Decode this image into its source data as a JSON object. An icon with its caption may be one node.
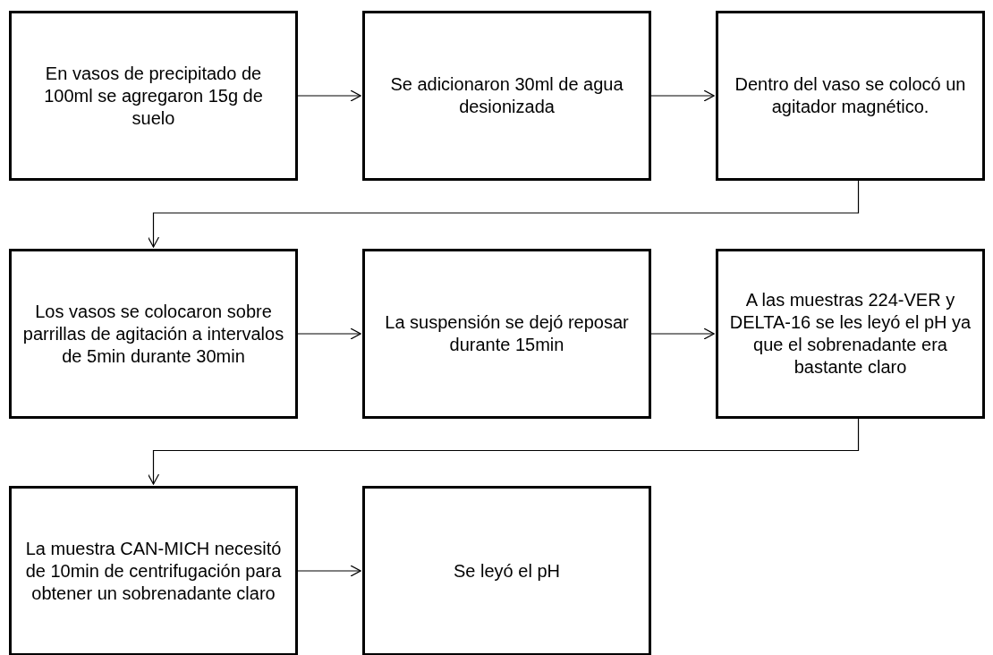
{
  "diagram": {
    "nodes": [
      {
        "text": [
          "En vasos de precipitado de 100ml se agregaron 15g de suelo"
        ]
      },
      {
        "text": [
          "Se adicionaron 30ml de agua desionizada"
        ]
      },
      {
        "text": [
          "Dentro del vaso se colocó un agitador magnético."
        ]
      },
      {
        "text": [
          "Los vasos se colocaron sobre parrillas de agitación a intervalos de 5min durante 30min"
        ]
      },
      {
        "text": [
          "La suspensión se dejó reposar durante 15min"
        ]
      },
      {
        "text": [
          "A las muestras 224-VER y DELTA-16 se les leyó el pH ya que el sobrenadante era bastante claro"
        ]
      },
      {
        "text": [
          "La muestra CAN-MICH necesitó de 10min de centrifugación para obtener un sobrenadante claro"
        ]
      },
      {
        "text": [
          "Se leyó el pH"
        ]
      }
    ],
    "edges": [
      {
        "from": 0,
        "to": 1,
        "arrow": "to"
      },
      {
        "from": 1,
        "to": 2,
        "arrow": "to"
      },
      {
        "from": 2,
        "to": 3,
        "arrow": "to"
      },
      {
        "from": 3,
        "to": 4,
        "arrow": "to"
      },
      {
        "from": 4,
        "to": 5,
        "arrow": "to"
      },
      {
        "from": 5,
        "to": 6,
        "arrow": "to"
      },
      {
        "from": 6,
        "to": 7,
        "arrow": "to"
      }
    ]
  }
}
